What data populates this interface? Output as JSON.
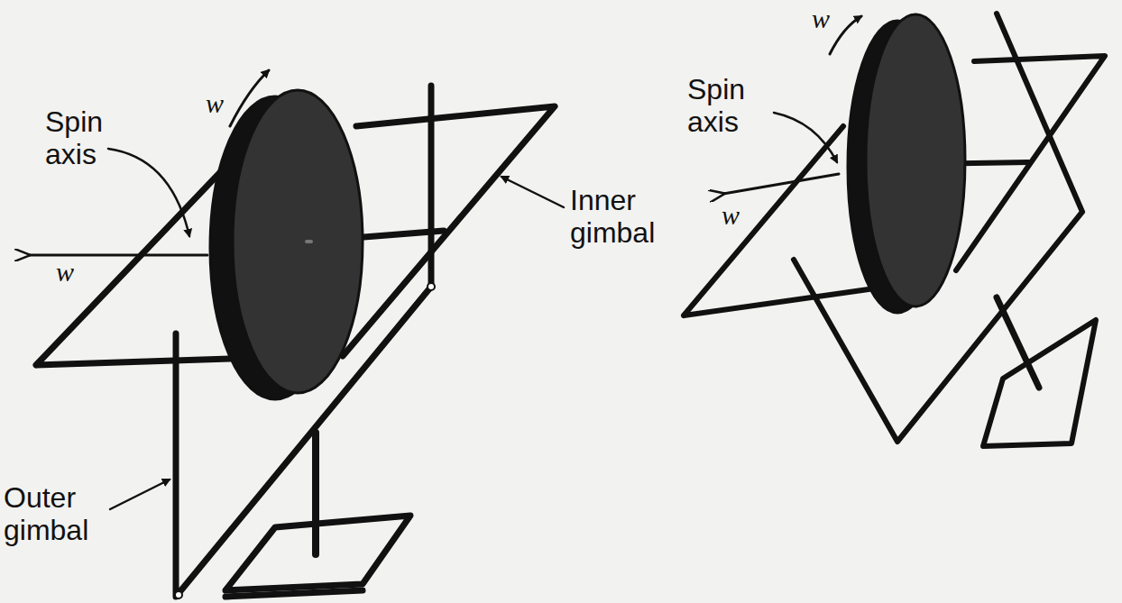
{
  "diagram": {
    "labels": [
      "w",
      "Spin axis",
      "w",
      "Inner gimbal",
      "Outer gimbal",
      "w",
      "Spin axis",
      "w"
    ]
  }
}
